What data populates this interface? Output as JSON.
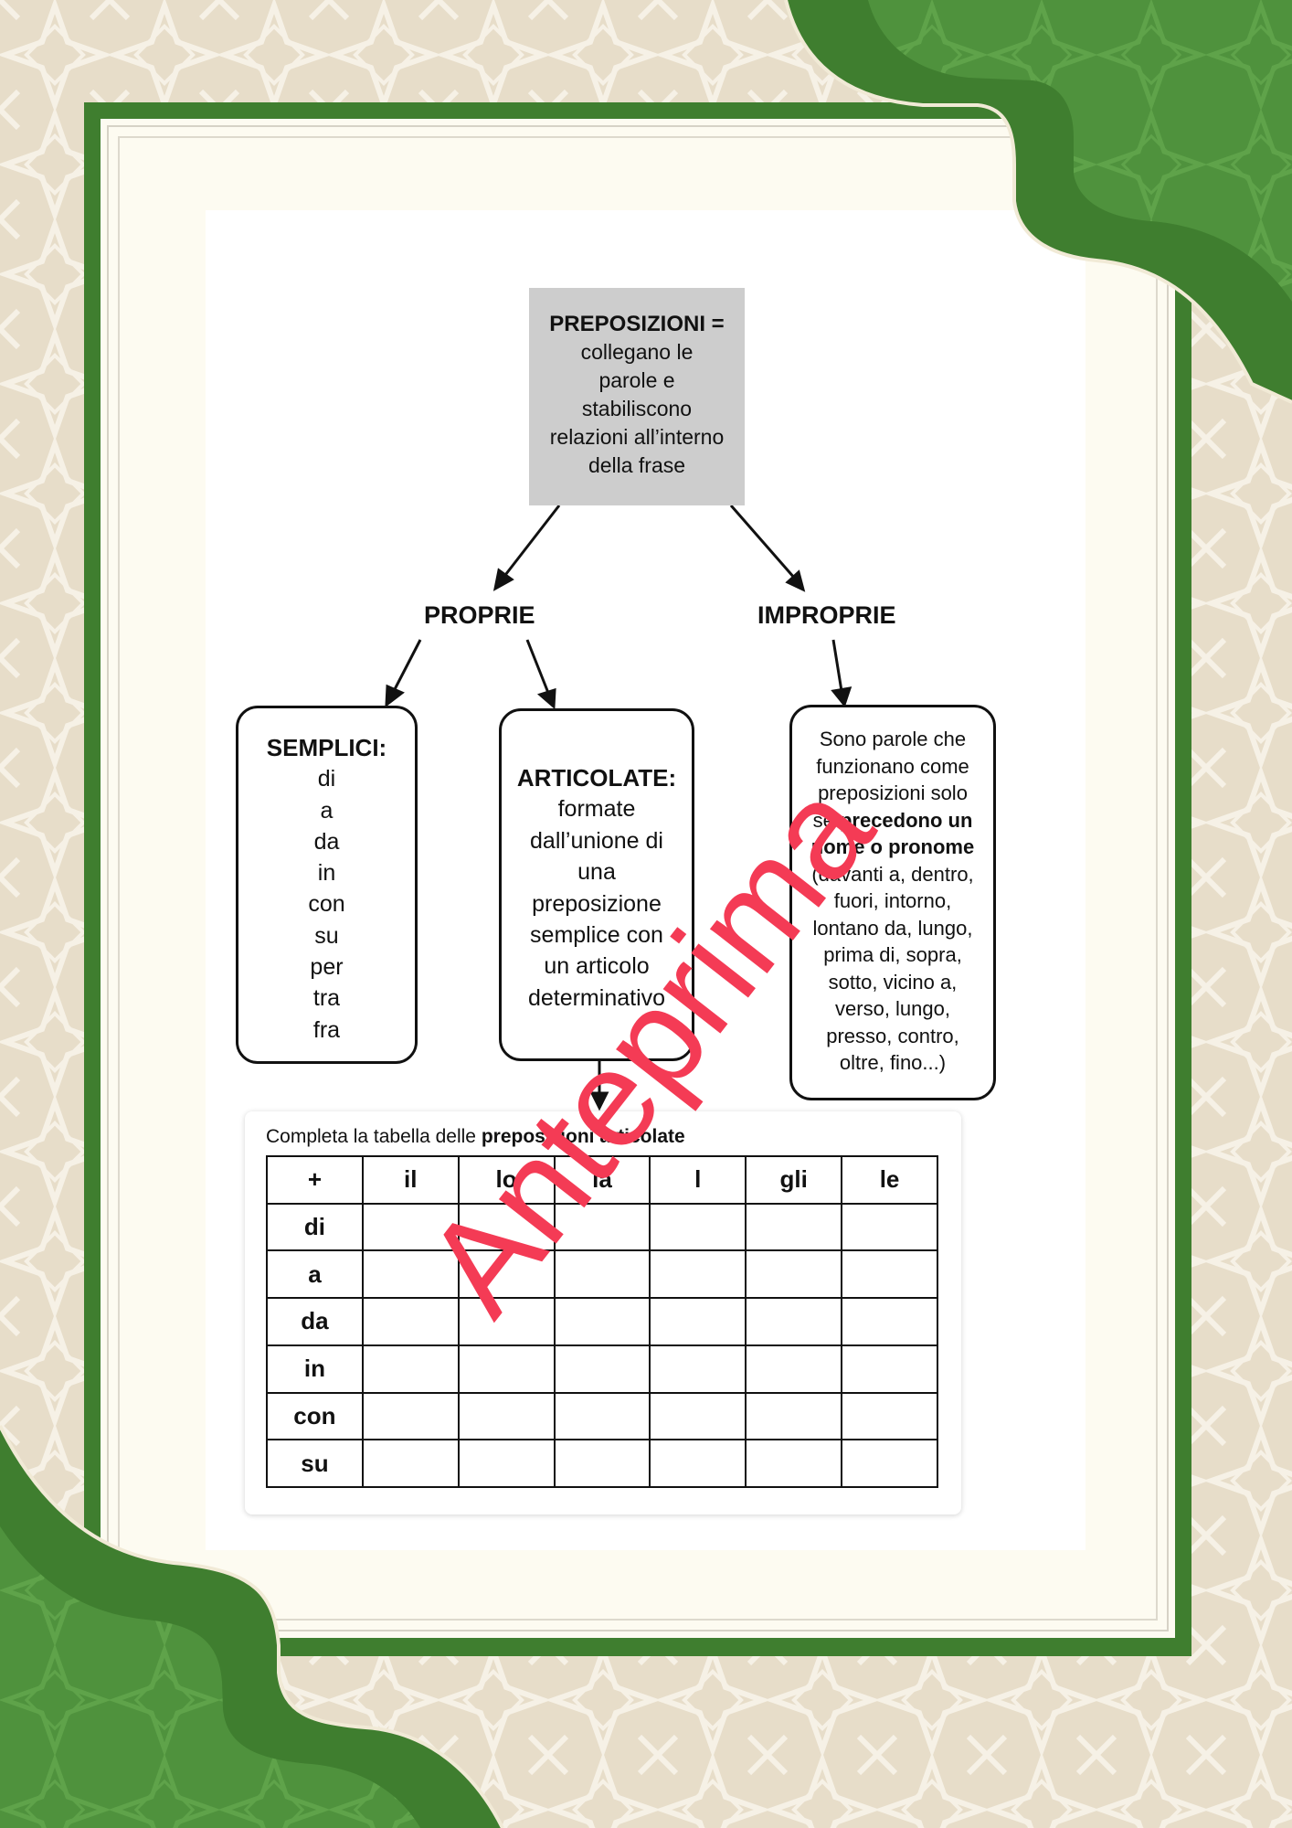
{
  "header": {
    "title_bold": "PREPOSIZIONI =",
    "title_lines": [
      "collegano le",
      "parole e",
      "stabiliscono",
      "relazioni all’interno",
      "della frase"
    ]
  },
  "branches": {
    "proprie": "PROPRIE",
    "improprie": "IMPROPRIE"
  },
  "semplici": {
    "head": "SEMPLICI:",
    "items": [
      "di",
      "a",
      "da",
      "in",
      "con",
      "su",
      "per",
      "tra",
      "fra"
    ]
  },
  "articolate": {
    "head": "ARTICOLATE:",
    "lines": [
      "formate",
      "dall’unione di",
      "una",
      "preposizione",
      "semplice con",
      "un articolo",
      "determinativo"
    ]
  },
  "improprie_box": {
    "line1": "Sono parole che",
    "line2": "funzionano come",
    "line3": "preposizioni solo",
    "line4_pre": "se ",
    "line4_bold": "precedono un",
    "line5_bold": "nome o pronome",
    "rest": [
      "(davanti a, dentro,",
      "fuori, intorno,",
      "lontano da, lungo,",
      "prima di, sopra,",
      "sotto, vicino a,",
      "verso, lungo,",
      "presso, contro,",
      "oltre, fino...)"
    ]
  },
  "table": {
    "caption_pre": "Completa la tabella delle ",
    "caption_bold": "preposizioni articolate",
    "headers": [
      "+",
      "il",
      "lo",
      "la",
      "l",
      "gli",
      "le"
    ],
    "rows": [
      "di",
      "a",
      "da",
      "in",
      "con",
      "su"
    ]
  },
  "watermark": "Anteprima",
  "colors": {
    "frame_green": "#3f7e2f",
    "ornament_green": "#4f923d",
    "paper": "#fdfbf1",
    "title_box": "#cdcdcd",
    "watermark": "#f43b55",
    "pattern_bg": "#e7ddc9"
  }
}
